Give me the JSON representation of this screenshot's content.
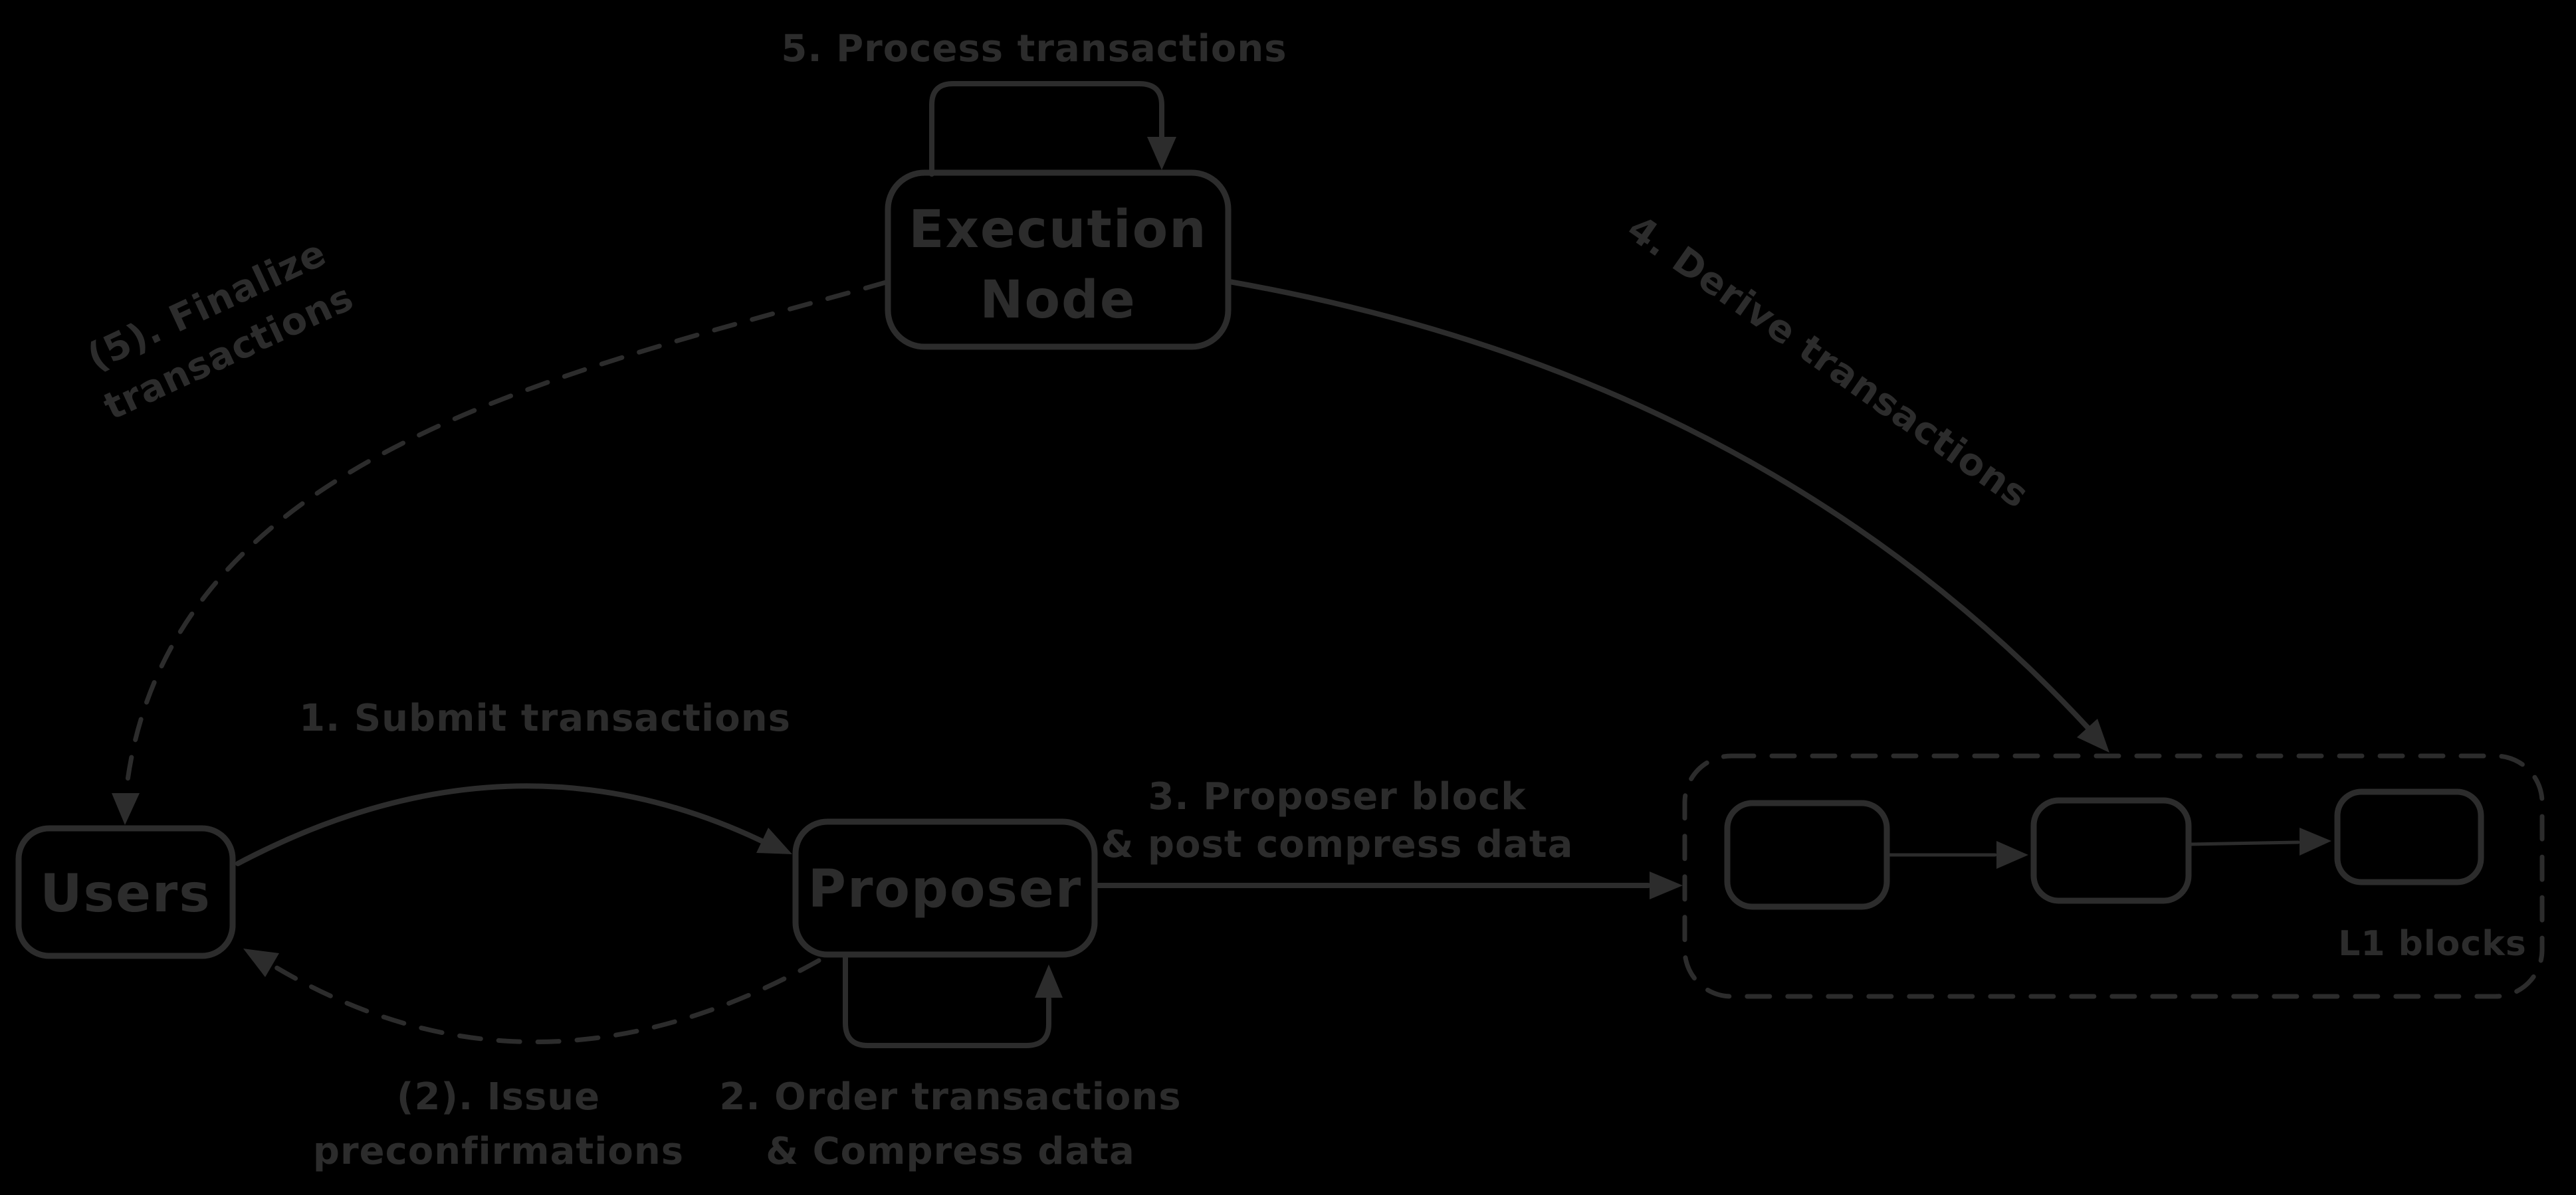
{
  "canvas": {
    "background_color": "#000000",
    "ink_color": "#2c2c2c"
  },
  "nodes": {
    "execution_node": {
      "line1": "Execution",
      "line2": "Node"
    },
    "users": {
      "label": "Users"
    },
    "proposer": {
      "label": "Proposer"
    },
    "l1_blocks": {
      "label": "L1 blocks",
      "block_count": 3
    }
  },
  "edges": {
    "submit_transactions": {
      "label": "1. Submit transactions",
      "style": "solid",
      "from": "users",
      "to": "proposer"
    },
    "issue_preconfirmations": {
      "line1": "(2). Issue",
      "line2": "preconfirmations",
      "style": "dashed",
      "from": "proposer",
      "to": "users"
    },
    "order_transactions": {
      "line1": "2. Order transactions",
      "line2": "& Compress data",
      "style": "solid",
      "from": "proposer",
      "to": "proposer"
    },
    "propose_block": {
      "line1": "3. Proposer block",
      "line2": "& post compress data",
      "style": "solid",
      "from": "proposer",
      "to": "l1_blocks"
    },
    "derive_transactions": {
      "label": "4. Derive transactions",
      "style": "solid",
      "from": "execution_node",
      "to": "l1_blocks"
    },
    "process_transactions": {
      "label": "5. Process transactions",
      "style": "solid",
      "from": "execution_node",
      "to": "execution_node"
    },
    "finalize_transactions": {
      "line1": "(5). Finalize",
      "line2": "transactions",
      "style": "dashed",
      "from": "execution_node",
      "to": "users"
    }
  }
}
